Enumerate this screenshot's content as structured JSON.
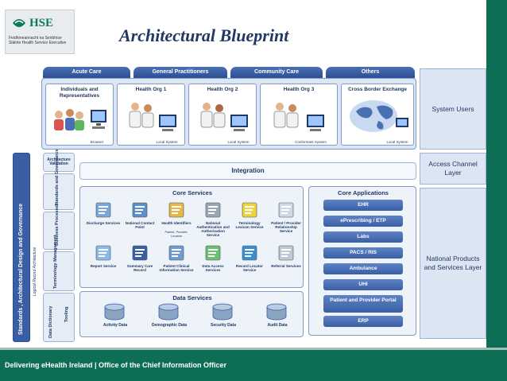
{
  "title": "Architectural Blueprint",
  "logo": {
    "mark": "HSE",
    "subtitle": "Feidhmeannacht na Seirbhíse Sláinte Health Service Executive"
  },
  "top_tabs": [
    "Acute Care",
    "General Practitioners",
    "Community Care",
    "Others"
  ],
  "user_cards": [
    {
      "title": "Individuals and Representatives",
      "caption": "Browser"
    },
    {
      "title": "Health Org 1",
      "caption": "Local System"
    },
    {
      "title": "Health Org 2",
      "caption": "Local System"
    },
    {
      "title": "Health Org 3",
      "caption": "Conformant System"
    },
    {
      "title": "Cross Border Exchange",
      "caption": "Local System"
    }
  ],
  "side_labels": [
    "System Users",
    "Access Channel Layer",
    "National Products and Services Layer"
  ],
  "governance": {
    "outer": "Standards , Architectural Design and Governance",
    "logical": "Logical Record Architecture",
    "arch_validation": "Architecture Validation",
    "blocks": [
      "Standards and Governance",
      "Business Processes",
      "Terminology Management",
      "Data Dictionary Tooling"
    ],
    "dd_side": "Data Dictionary",
    "dd_tooling": "Tooling"
  },
  "integration": "Integration",
  "core_services": {
    "title": "Core Services",
    "items": [
      "Discharge Services",
      "National Contact Point",
      "Health Identifiers",
      "National Authentication and Authorisation Service",
      "Terminology Lexicon Service",
      "Patient / Provider Relationship Service",
      "Report Service",
      "Summary Care Record",
      "Patient Clinical Information Service",
      "Data Access Services",
      "Record Locator Service",
      "Referral Services"
    ],
    "health_id_sub": "Patient, Provider, Location"
  },
  "core_apps": {
    "title": "Core Applications",
    "items": [
      "EHR",
      "ePrescribing / ETP",
      "Labs",
      "PACS / RIS",
      "Ambulance",
      "UHI",
      "Patient and Provider Portal",
      "ERP"
    ]
  },
  "data_services": {
    "title": "Data Services",
    "items": [
      "Activity Data",
      "Demographic Data",
      "Security Data",
      "Audit Data"
    ]
  },
  "footer": "Delivering eHealth Ireland | Office of the Chief Information Officer",
  "colors": {
    "brand_green": "#0e6e55",
    "title_navy": "#1f3864",
    "tab_blue": "#2c4f94",
    "panel_blue": "#dde6f3"
  }
}
